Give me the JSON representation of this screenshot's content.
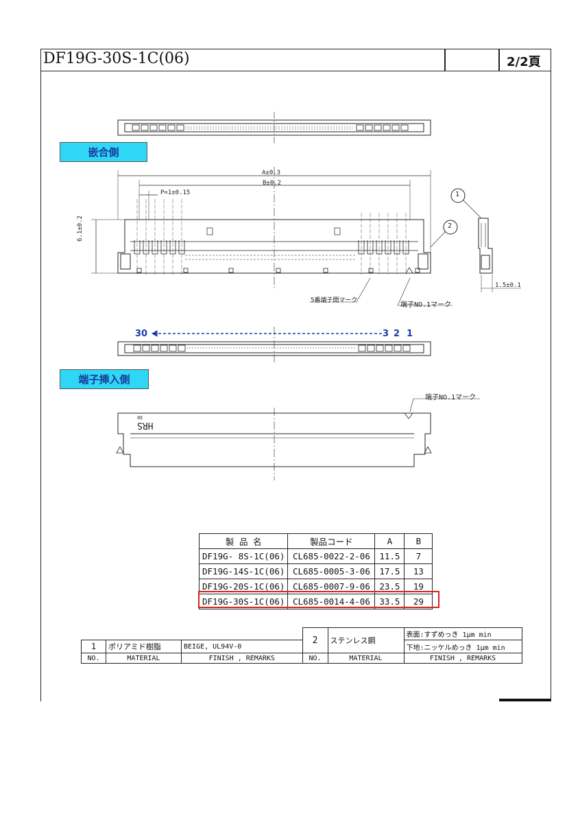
{
  "header": {
    "title": "DF19G-30S-1C(06)",
    "page": "2/2頁"
  },
  "sections": {
    "mating_side": "嵌合側",
    "terminal_insert_side": "端子挿入側"
  },
  "dimensions": {
    "a": "A±0.3",
    "b": "B±0.2",
    "pitch": "P=1±0.15",
    "height": "6.1±0.2",
    "width": "1.5±0.1"
  },
  "callouts": {
    "part1": "1",
    "part2": "2",
    "fifth_pin_mark": "5番端子間マーク",
    "pin1_mark": "端子NO.1マーク",
    "pin1_mark_lower": "端子NO.1マーク"
  },
  "pin_numbers": {
    "last": "30",
    "three": "3",
    "two": "2",
    "one": "1"
  },
  "body_marks": {
    "logo": "HRS",
    "thirty": "30"
  },
  "product_table": {
    "headers": [
      "製 品 名",
      "製品コード",
      "A",
      "B"
    ],
    "rows": [
      [
        "DF19G- 8S-1C(06)",
        "CL685-0022-2-06",
        "11.5",
        "7"
      ],
      [
        "DF19G-14S-1C(06)",
        "CL685-0005-3-06",
        "17.5",
        "13"
      ],
      [
        "DF19G-20S-1C(06)",
        "CL685-0007-9-06",
        "23.5",
        "19"
      ],
      [
        "DF19G-30S-1C(06)",
        "CL685-0014-4-06",
        "33.5",
        "29"
      ]
    ],
    "highlight_color": "#d42020"
  },
  "materials": {
    "item1_no": "1",
    "item1_material": "ポリアミド樹脂",
    "item1_finish": "BEIGE, UL94V-0",
    "item2_no": "2",
    "item2_material": "ステンレス鋼",
    "item2_finish_line1": "表面:すずめっき 1μm min",
    "item2_finish_line2": "下地:ニッケルめっき 1μm min",
    "col_no": "NO.",
    "col_material": "MATERIAL",
    "col_finish": "FINISH , REMARKS"
  }
}
